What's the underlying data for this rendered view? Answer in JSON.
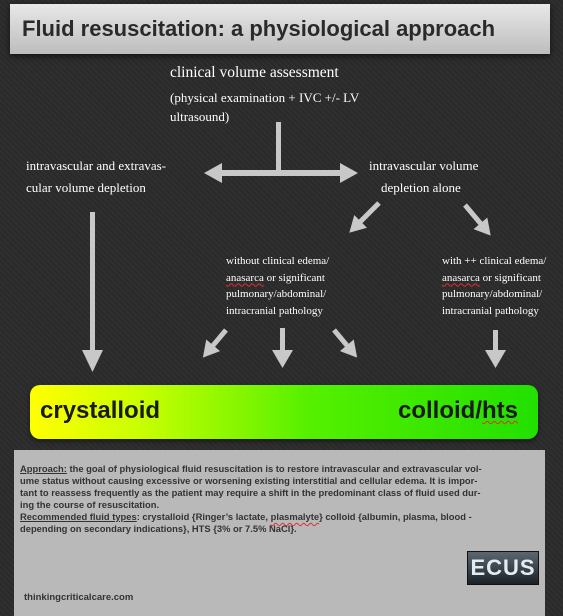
{
  "title": "Fluid resuscitation: a physiological approach",
  "top": {
    "heading": "clinical volume assessment",
    "line1": "(physical examination + IVC +/- LV",
    "line2": "ultrasound)"
  },
  "left_branch": {
    "line1": "intravascular and extravas-",
    "line2": "cular volume depletion"
  },
  "right_branch": {
    "line1": "intravascular volume",
    "line2": "depletion alone"
  },
  "without_edema": {
    "line1": "without clinical edema/",
    "line2a": "anasarca",
    "line2b": " or significant",
    "line3": "pulmonary/abdominal/",
    "line4": "intracranial pathology"
  },
  "with_edema": {
    "line1": "with ++ clinical edema/",
    "line2a": "anasarca",
    "line2b": " or significant",
    "line3": "pulmonary/abdominal/",
    "line4": "intracranial pathology"
  },
  "bar": {
    "left": "crystalloid",
    "right_a": "colloid/",
    "right_b": "hts"
  },
  "info": {
    "approach_label": "Approach:",
    "l1": " the goal of physiological fluid resuscitation is to restore intravascular and extravascular vol-",
    "l2": "ume status without causing excessive or worsening existing interstitial and cellular edema. It is impor-",
    "l3": "tant to reassess frequently as the patient may require a shift in the predominant class of fluid used dur-",
    "l4": "ing the course of resuscitation.",
    "recommended_label": "Recommended fluid types",
    "l5a": ": crystalloid {Ringer’s lactate, ",
    "l5b": "plasmalyte",
    "l5c": "} colloid {albumin, plasma, blood -",
    "l6": "depending on secondary indications}, HTS {3% or 7.5% NaCl}."
  },
  "logo_text": "ECUS",
  "footer": "thinkingcriticalcare.com",
  "colors": {
    "background": "#2b2b2b",
    "arrow": "#c8c8c8",
    "bar_start": "#ffff00",
    "bar_end": "#22e000",
    "info_box": "#b9b9b9"
  }
}
